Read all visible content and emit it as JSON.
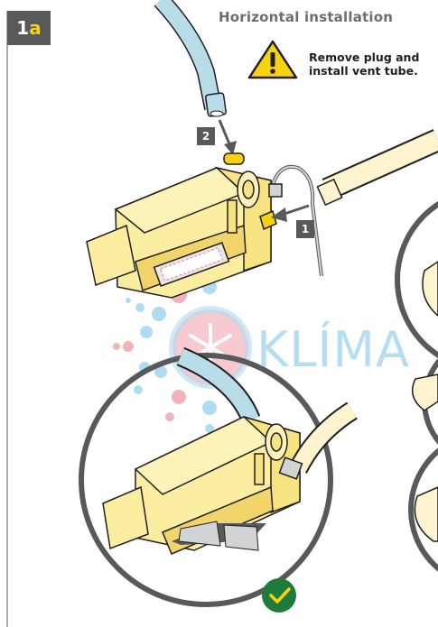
{
  "badge": {
    "number": "1",
    "letter": "a"
  },
  "title": "Horizontal installation",
  "warning": {
    "icon": "warning-triangle-icon",
    "line1": "Remove plug and",
    "line2": "install vent tube."
  },
  "callouts": {
    "first": "1",
    "second": "2"
  },
  "watermark": "KLÍMA",
  "colors": {
    "badge_bg": "#58595b",
    "badge_letter": "#f6d312",
    "part_yellow": "#fbeea0",
    "outline": "#231f20",
    "tube_blue": "#b9dde8",
    "check_green": "#1e7b3c"
  }
}
